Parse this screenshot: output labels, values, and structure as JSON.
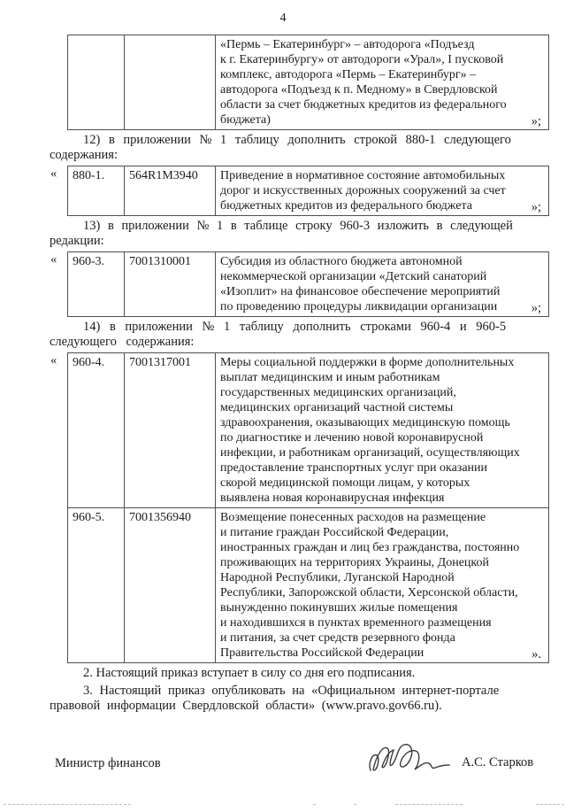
{
  "page_number": "4",
  "tables": {
    "t1": {
      "open": "",
      "close": "»;",
      "rows": [
        {
          "num": "",
          "code": "",
          "lines": [
            "«Пермь – Екатеринбург» – автодорога «Подъезд",
            "к г. Екатеринбургу» от автодороги «Урал», I пусковой",
            "комплекс, автодорога «Пермь – Екатеринбург» –",
            "автодорога «Подъезд к п. Медному» в Свердловской",
            "области за счет бюджетных кредитов из федерального",
            "бюджета)"
          ]
        }
      ]
    },
    "t2": {
      "open": "«",
      "close": "»;",
      "rows": [
        {
          "num": "880-1.",
          "code": "564R1M3940",
          "lines": [
            "Приведение в нормативное состояние автомобильных",
            "дорог и искусственных дорожных сооружений за счет",
            "бюджетных кредитов из федерального бюджета"
          ]
        }
      ]
    },
    "t3": {
      "open": "«",
      "close": "»;",
      "rows": [
        {
          "num": "960-3.",
          "code": "7001310001",
          "lines": [
            "Субсидия из областного бюджета автономной",
            "некоммерческой организации «Детский санаторий",
            "«Изоплит» на финансовое обеспечение мероприятий",
            "по проведению процедуры ликвидации организации"
          ]
        }
      ]
    },
    "t4": {
      "open": "«",
      "close": "».",
      "rows": [
        {
          "num": "960-4.",
          "code": "7001317001",
          "lines": [
            "Меры социальной поддержки в форме дополнительных",
            "выплат медицинским и иным работникам",
            "государственных медицинских организаций,",
            "медицинских организаций частной системы",
            "здравоохранения, оказывающих медицинскую помощь",
            "по диагностике и лечению новой коронавирусной",
            "инфекции, и работникам организаций, осуществляющих",
            "предоставление транспортных услуг при оказании",
            "скорой медицинской помощи лицам, у которых",
            "выявлена новая коронавирусная инфекция"
          ]
        },
        {
          "num": "960-5.",
          "code": "7001356940",
          "lines": [
            "Возмещение понесенных расходов на размещение",
            "и питание граждан Российской Федерации,",
            "иностранных граждан и лиц без гражданства, постоянно",
            "проживающих на территориях Украины, Донецкой",
            "Народной Республики, Луганской Народной",
            "Республики, Запорожской области, Херсонской области,",
            "вынужденно покинувших жилые помещения",
            "и находившихся в пунктах временного размещения",
            "и питания, за счет средств резервного фонда",
            "Правительства Российской Федерации"
          ]
        }
      ]
    }
  },
  "paragraphs": {
    "p12": [
      "12) в приложении № 1 таблицу дополнить строкой 880-1 следующего",
      "содержания:"
    ],
    "p13": [
      "13) в приложении № 1 в таблице строку 960-3 изложить в следующей",
      "редакции:"
    ],
    "p14": [
      "14) в приложении № 1 таблицу дополнить строками 960-4 и 960-5",
      "следующего содержания:"
    ],
    "p2": [
      "2. Настоящий приказ вступает в силу со дня его подписания."
    ],
    "p3": [
      "3. Настоящий приказ опубликовать на «Официальном интернет-портале",
      "правовой информации Свердловской области» (www.pravo.gov66.ru)."
    ]
  },
  "signature": {
    "title": "Министр финансов",
    "name": "А.С. Старков"
  }
}
